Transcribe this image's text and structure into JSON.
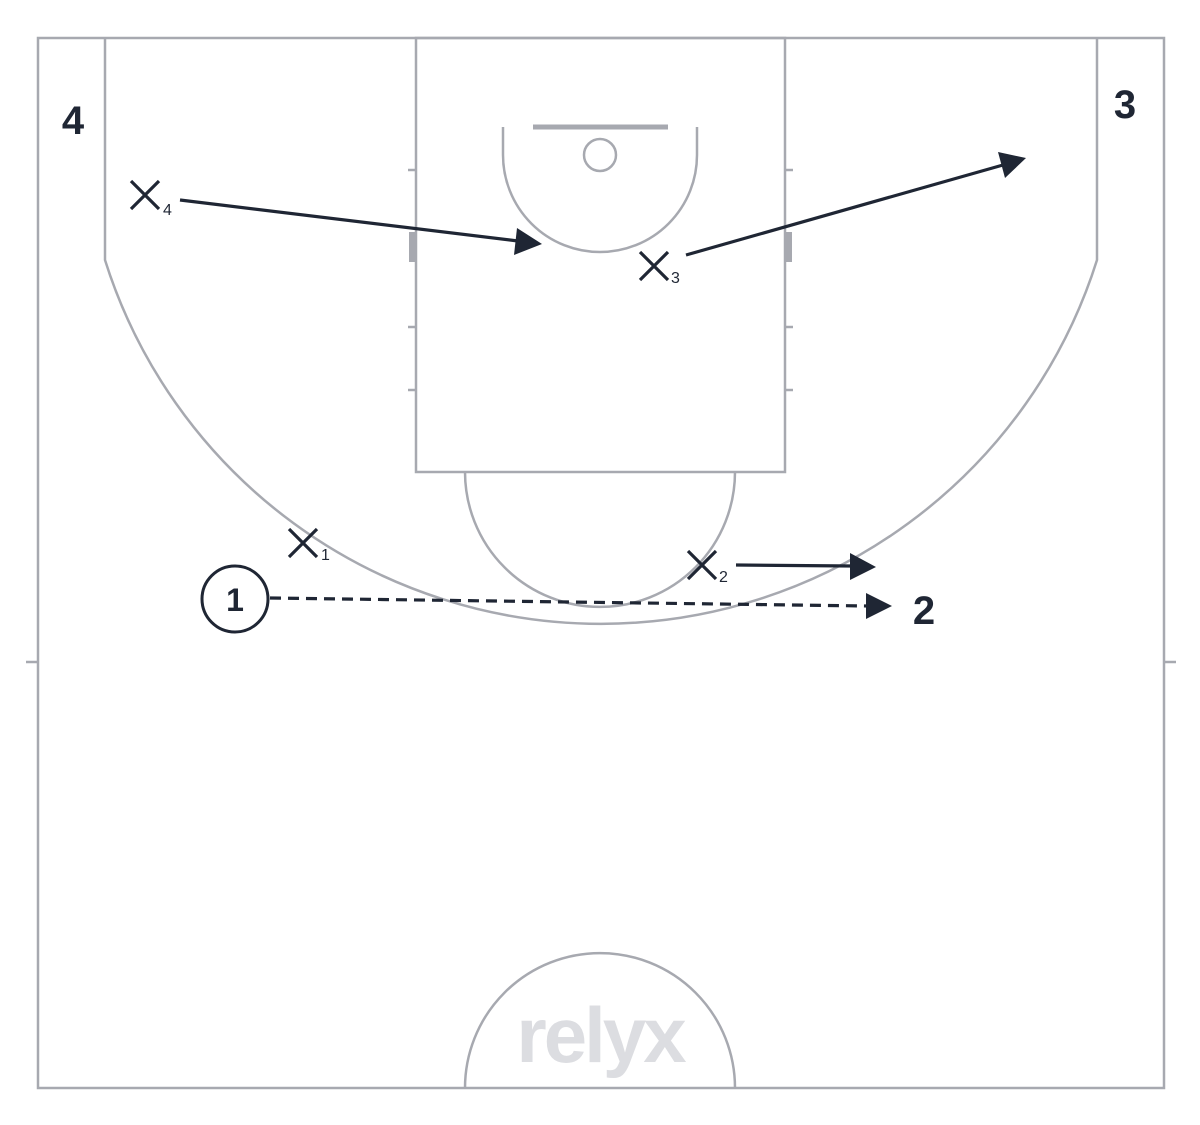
{
  "watermark": "relyx",
  "offense": [
    {
      "id": "ball-handler",
      "label": "1",
      "has_ball": true
    },
    {
      "id": "player-2",
      "label": "2"
    },
    {
      "id": "player-3",
      "label": "3"
    },
    {
      "id": "player-4",
      "label": "4"
    }
  ],
  "defense": [
    {
      "id": "defender-1",
      "mark": "X",
      "sub": "1"
    },
    {
      "id": "defender-2",
      "mark": "X",
      "sub": "2"
    },
    {
      "id": "defender-3",
      "mark": "X",
      "sub": "3"
    },
    {
      "id": "defender-4",
      "mark": "X",
      "sub": "4"
    }
  ],
  "actions": [
    {
      "id": "pass-1-to-2",
      "type": "pass",
      "style": "dashed"
    },
    {
      "id": "x2-move",
      "type": "movement",
      "style": "solid"
    },
    {
      "id": "x3-move",
      "type": "movement",
      "style": "solid"
    },
    {
      "id": "x4-move",
      "type": "movement",
      "style": "solid"
    }
  ],
  "colors": {
    "court_lines": "#a7a9b0",
    "ink": "#1f2634",
    "watermark": "#dcdde1",
    "background": "#ffffff"
  }
}
